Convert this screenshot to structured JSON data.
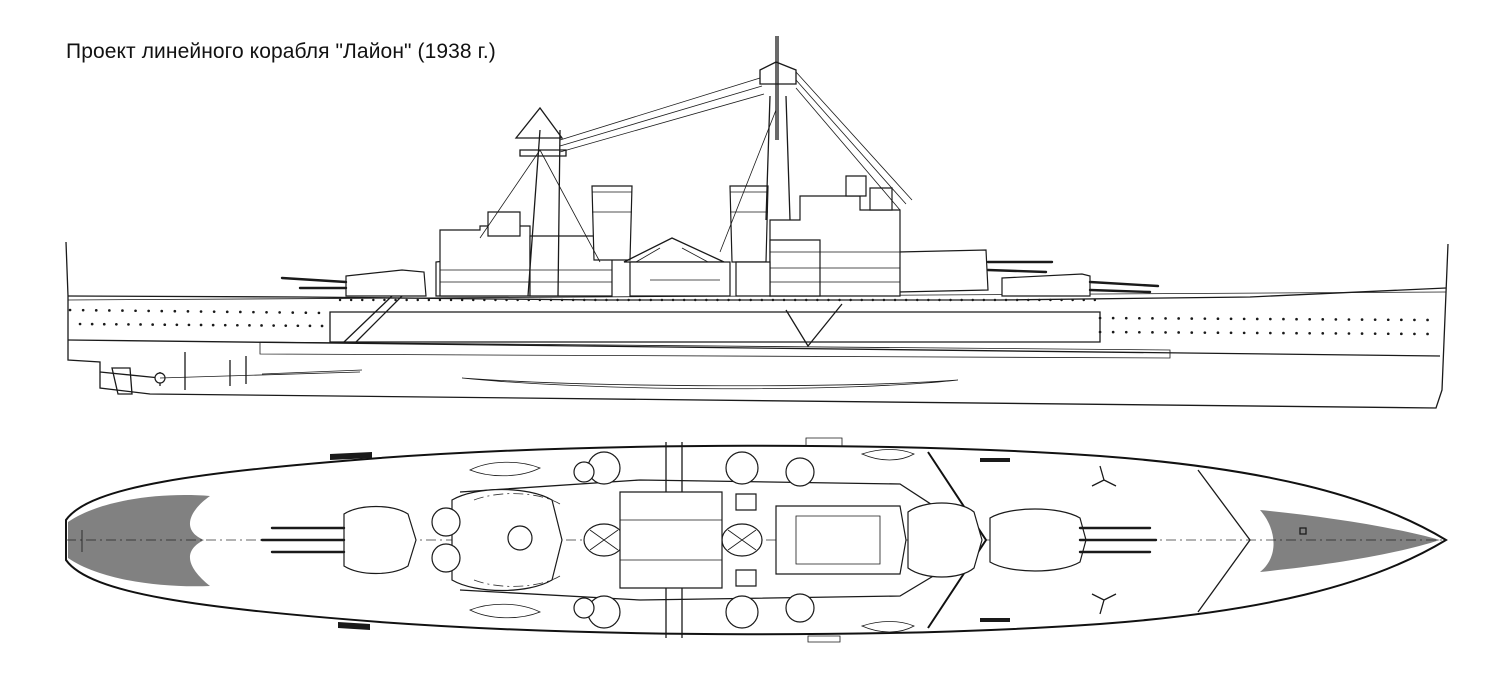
{
  "title": "Проект линейного корабля \"Лайон\" (1938 г.)",
  "colors": {
    "ink": "#1a1a1a",
    "paper": "#ffffff"
  },
  "views": [
    "side-elevation",
    "deck-plan"
  ]
}
